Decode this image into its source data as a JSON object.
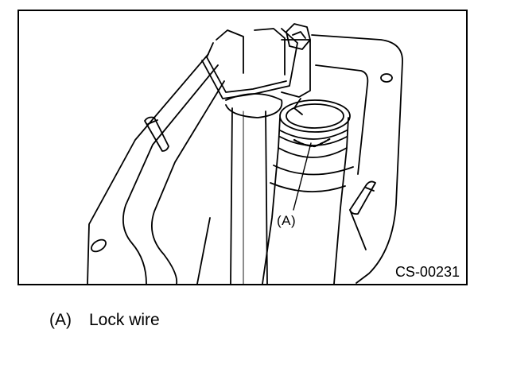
{
  "figure": {
    "callout": "(A)",
    "code": "CS-00231",
    "colors": {
      "line": "#000000",
      "background": "#ffffff"
    }
  },
  "legend": {
    "items": [
      {
        "marker": "(A)",
        "text": "Lock wire"
      }
    ]
  }
}
